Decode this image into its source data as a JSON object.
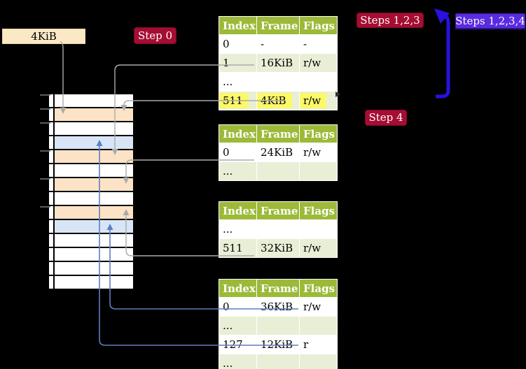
{
  "labels": {
    "page_size": "4KiB",
    "step0": "Step 0",
    "steps123": "Steps 1,2,3",
    "steps1234": "Steps 1,2,3,4",
    "step4": "Step 4"
  },
  "memory": {
    "description": "physical memory column, frames of 4KiB",
    "row_colors": [
      "white",
      "peach",
      "white",
      "blue",
      "peach",
      "white",
      "peach",
      "white",
      "peach",
      "blue",
      "white",
      "white",
      "white",
      "white"
    ]
  },
  "tables": [
    {
      "headers": [
        "Index",
        "Frame",
        "Flags"
      ],
      "rows": [
        {
          "cells": [
            "0",
            "-",
            "-"
          ]
        },
        {
          "cells": [
            "1",
            "16KiB",
            "r/w"
          ]
        },
        {
          "cells": [
            "...",
            "",
            ""
          ]
        },
        {
          "cells": [
            "511",
            "4KiB",
            "r/w"
          ],
          "highlighted": true
        }
      ]
    },
    {
      "headers": [
        "Index",
        "Frame",
        "Flags"
      ],
      "rows": [
        {
          "cells": [
            "0",
            "24KiB",
            "r/w"
          ]
        },
        {
          "cells": [
            "...",
            "",
            ""
          ]
        }
      ]
    },
    {
      "headers": [
        "Index",
        "Frame",
        "Flags"
      ],
      "rows": [
        {
          "cells": [
            "...",
            "",
            ""
          ]
        },
        {
          "cells": [
            "511",
            "32KiB",
            "r/w"
          ]
        }
      ]
    },
    {
      "headers": [
        "Index",
        "Frame",
        "Flags"
      ],
      "rows": [
        {
          "cells": [
            "0",
            "36KiB",
            "r/w"
          ]
        },
        {
          "cells": [
            "...",
            "",
            ""
          ]
        },
        {
          "cells": [
            "127",
            "12KiB",
            "r"
          ]
        },
        {
          "cells": [
            "...",
            "",
            ""
          ]
        }
      ]
    }
  ],
  "colors": {
    "background": "#000000",
    "table_header_green": "#9cba38",
    "table_row_green": "#e9efd6",
    "label_cream": "#fbe9c5",
    "label_crimson": "#a60d33",
    "label_violet": "#5a2be0",
    "loop_arrow_blue": "#2812df",
    "connector_gray": "#ababab",
    "connector_blue": "#5b7fc1",
    "frame_peach": "#fde3c6",
    "frame_blue": "#d8e5f6",
    "highlight_yellow": "#fbf86a"
  }
}
